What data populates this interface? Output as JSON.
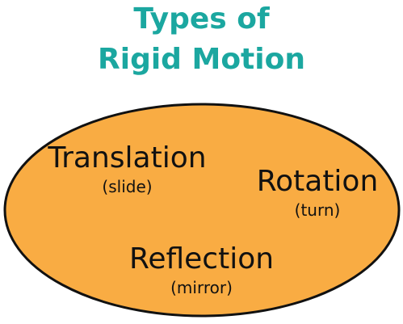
{
  "title": {
    "line1": "Types of",
    "line2": "Rigid Motion"
  },
  "colors": {
    "title": "#1ba7a0",
    "ellipse_fill": "#f9ac43",
    "ellipse_stroke": "#111111",
    "text": "#111111"
  },
  "motions": [
    {
      "name": "Translation",
      "description": "(slide)"
    },
    {
      "name": "Rotation",
      "description": "(turn)"
    },
    {
      "name": "Reflection",
      "description": "(mirror)"
    }
  ]
}
